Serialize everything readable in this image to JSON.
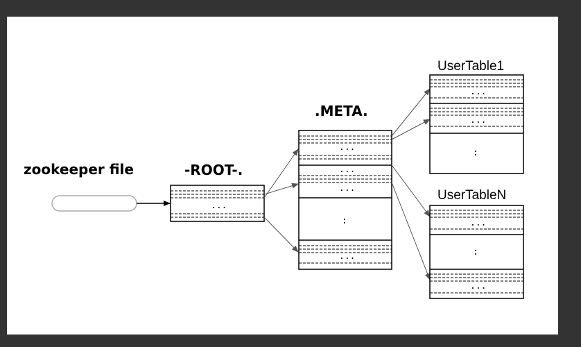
{
  "diagram": {
    "zookeeper_label": "zookeeper file",
    "root_label": "-ROOT-.",
    "meta_label": ".META.",
    "usertable1_label": "UserTable1",
    "usertablen_label": "UserTableN",
    "row_ellipsis": "...",
    "vertical_ellipsis": ":"
  },
  "colors": {
    "window_background": "#333333",
    "canvas_background": "#ffffff",
    "ink": "#000000",
    "arrow_gray": "#555555"
  }
}
